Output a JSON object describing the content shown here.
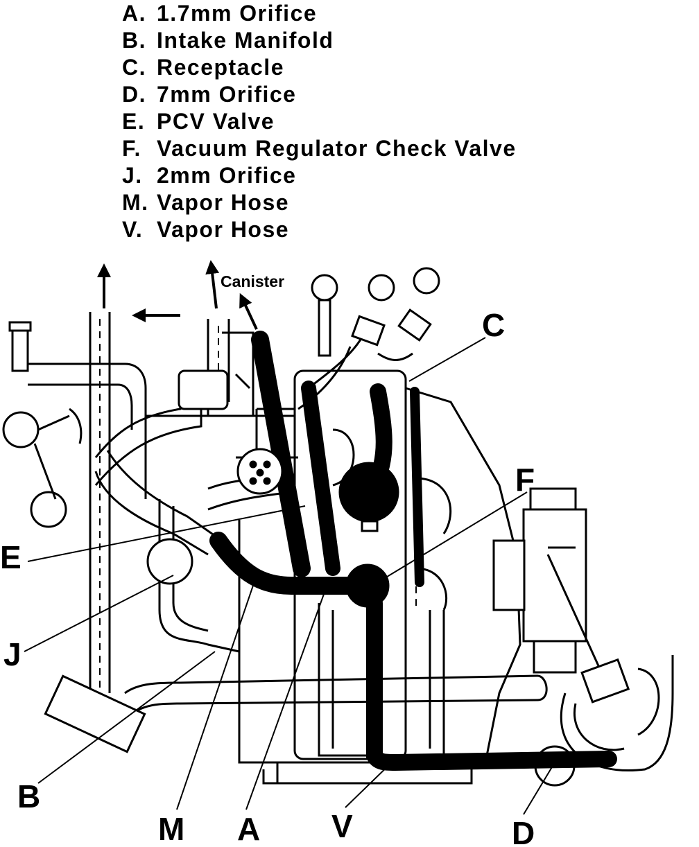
{
  "legend": [
    {
      "key": "A.",
      "text": "1.7mm Orifice"
    },
    {
      "key": "B.",
      "text": "Intake Manifold"
    },
    {
      "key": "C.",
      "text": "Receptacle"
    },
    {
      "key": "D.",
      "text": "7mm Orifice"
    },
    {
      "key": "E.",
      "text": "PCV Valve"
    },
    {
      "key": "F.",
      "text": "Vacuum Regulator Check Valve"
    },
    {
      "key": "J.",
      "text": "2mm Orifice"
    },
    {
      "key": "M.",
      "text": "Vapor Hose"
    },
    {
      "key": "V.",
      "text": "Vapor Hose"
    }
  ],
  "annotations": {
    "canister": "Canister"
  },
  "callouts": {
    "c": "C",
    "f": "F",
    "e": "E",
    "j": "J",
    "b": "B",
    "m": "M",
    "a": "A",
    "v": "V",
    "d": "D"
  }
}
